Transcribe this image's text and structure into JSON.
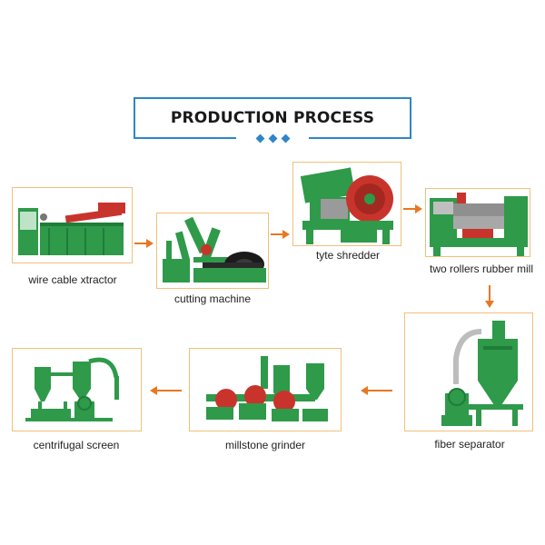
{
  "title": "PRODUCTION PROCESS",
  "colors": {
    "title_border": "#2e86c8",
    "card_border": "#f1c07a",
    "arrow": "#e87722",
    "machine_green": "#2e9a4a",
    "machine_red": "#c8342c"
  },
  "steps": [
    {
      "label": "wire cable xtractor",
      "icon": "wire-cable-extractor-image"
    },
    {
      "label": "cutting machine",
      "icon": "cutting-machine-image"
    },
    {
      "label": "tyte shredder",
      "icon": "tyre-shredder-image"
    },
    {
      "label": "two rollers rubber mill",
      "icon": "rubber-mill-image"
    },
    {
      "label": "fiber separator",
      "icon": "fiber-separator-image"
    },
    {
      "label": "millstone grinder",
      "icon": "millstone-grinder-image"
    },
    {
      "label": "centrifugal screen",
      "icon": "centrifugal-screen-image"
    }
  ]
}
